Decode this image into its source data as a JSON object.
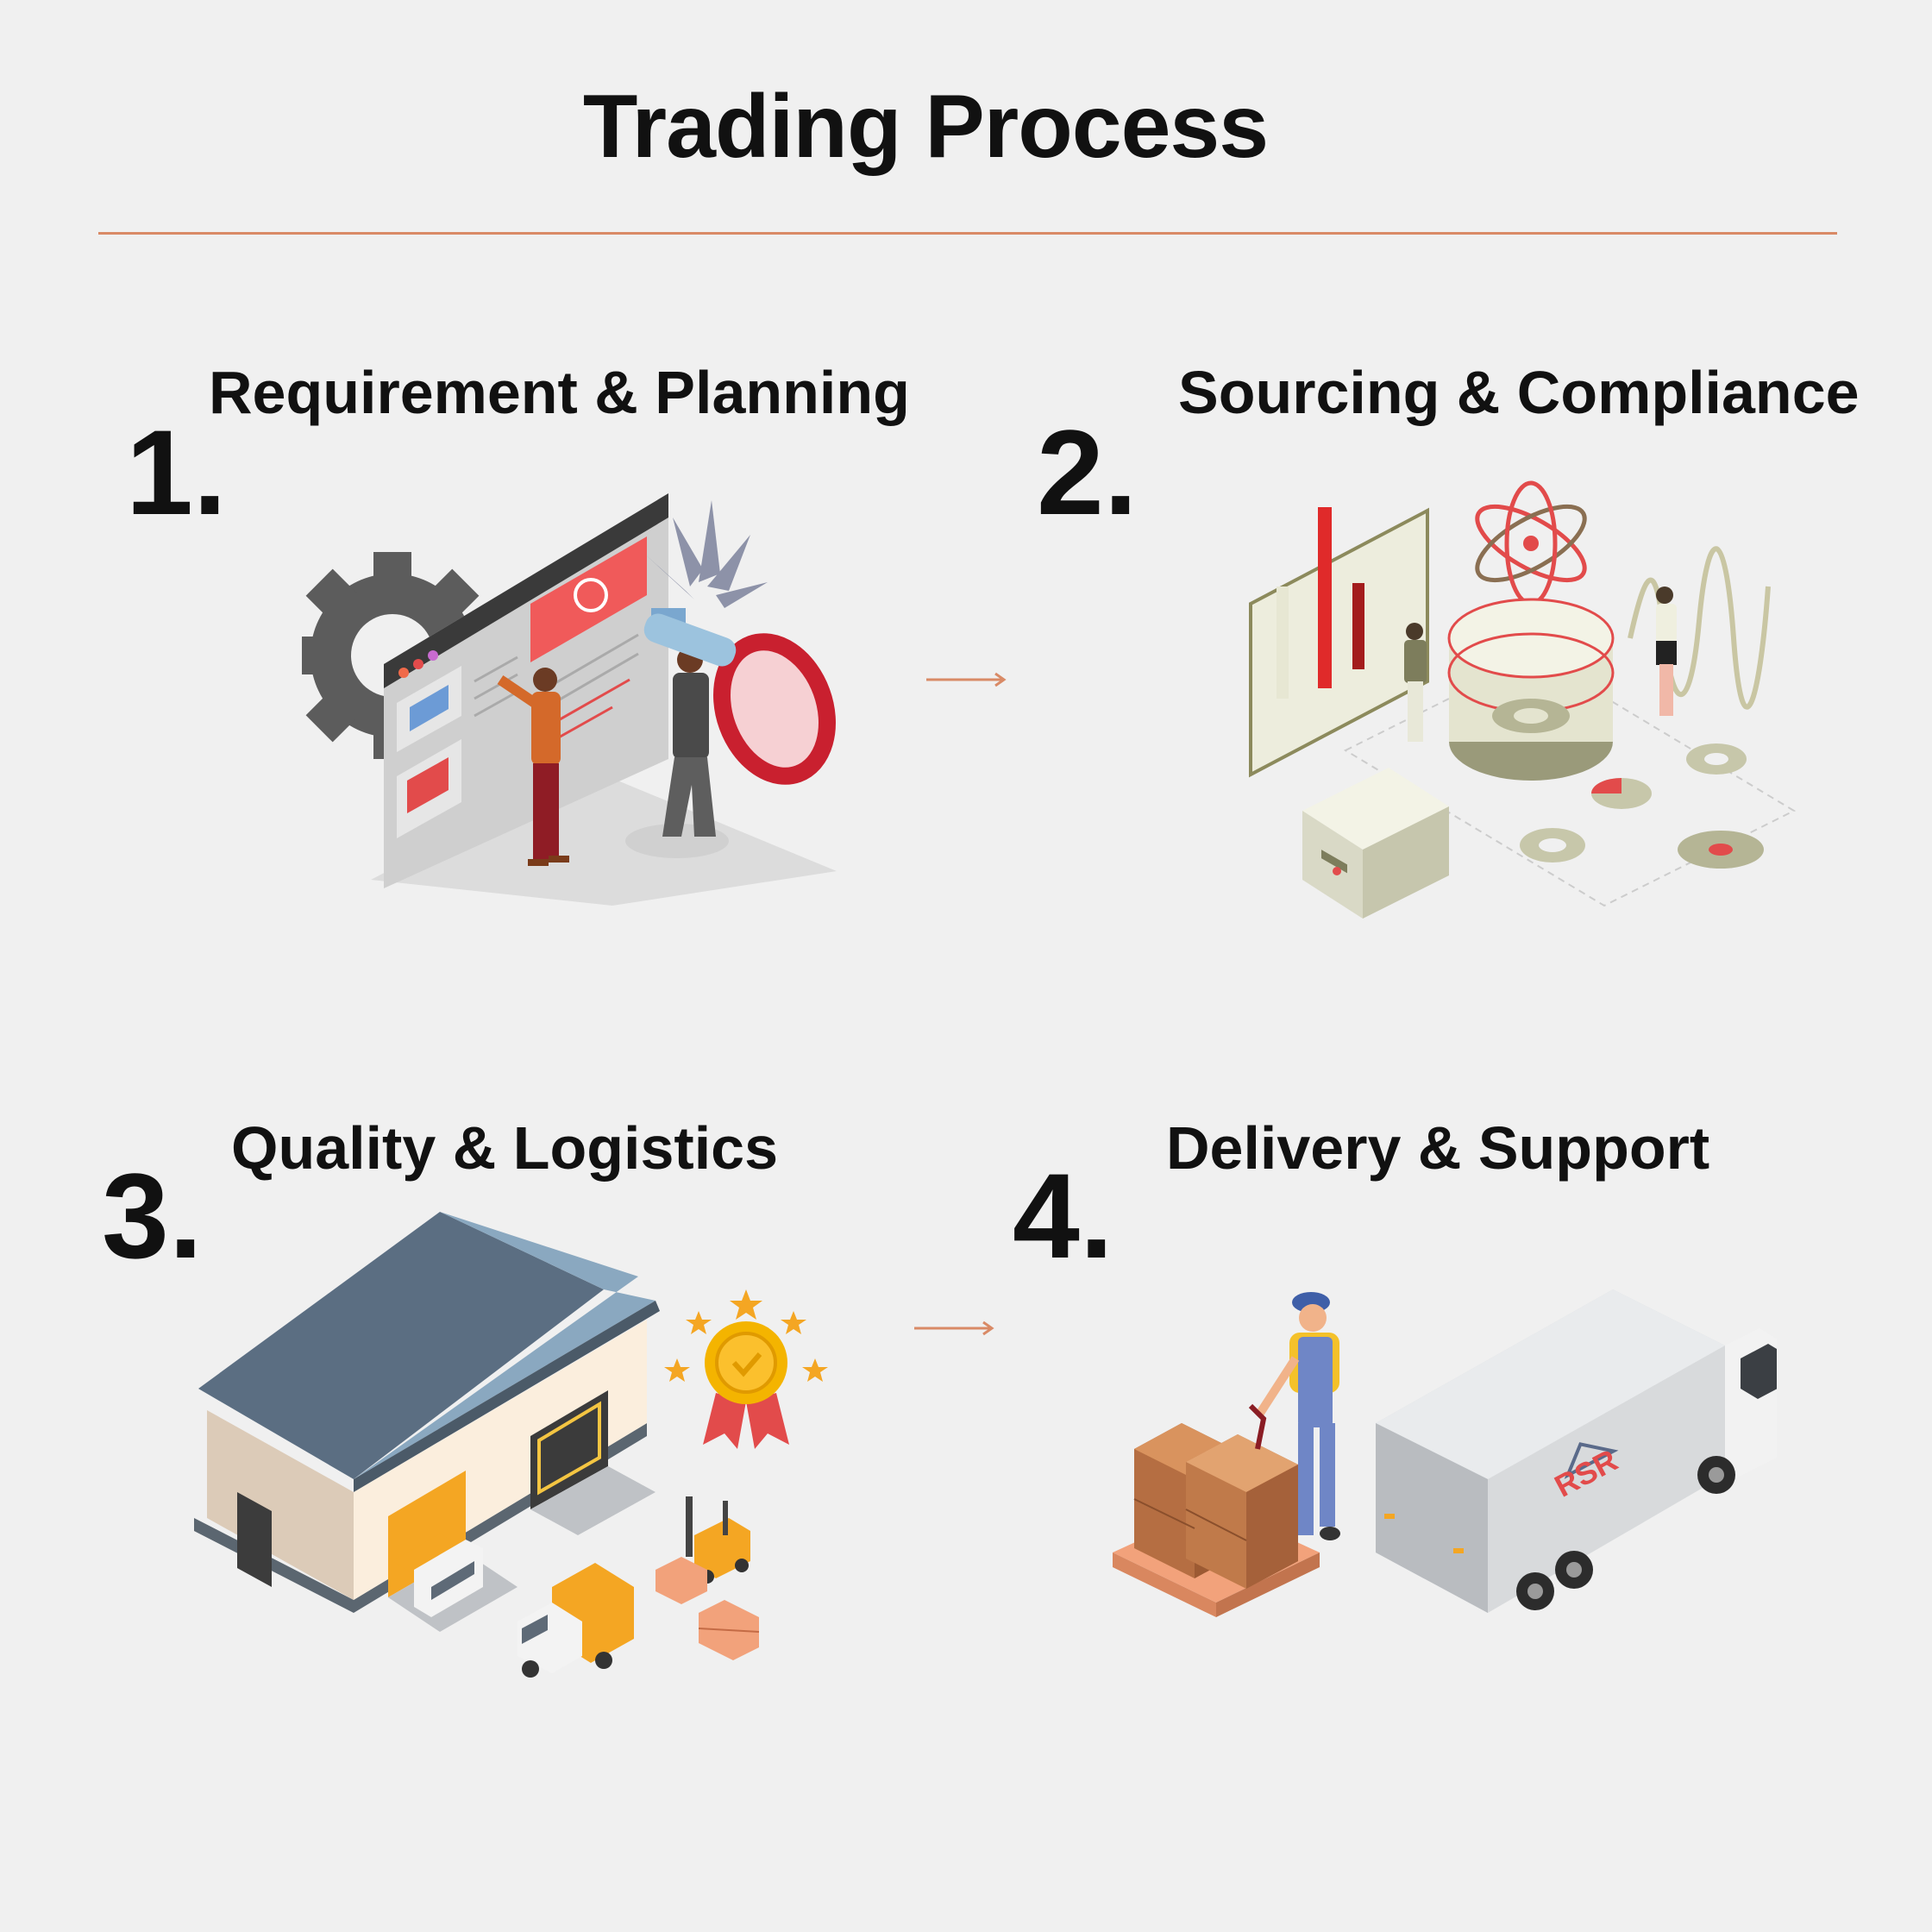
{
  "title": "Trading Process",
  "steps": [
    {
      "number": "1.",
      "title": "Requirement & Planning"
    },
    {
      "number": "2.",
      "title": "Sourcing & Compliance"
    },
    {
      "number": "3.",
      "title": "Quality & Logistics"
    },
    {
      "number": "4.",
      "title": "Delivery & Support"
    }
  ],
  "truck_logo_text": "RSR",
  "colors": {
    "accent": "#d98a66",
    "red": "#e24b4b",
    "text": "#111111",
    "background": "#f0f0f0"
  }
}
